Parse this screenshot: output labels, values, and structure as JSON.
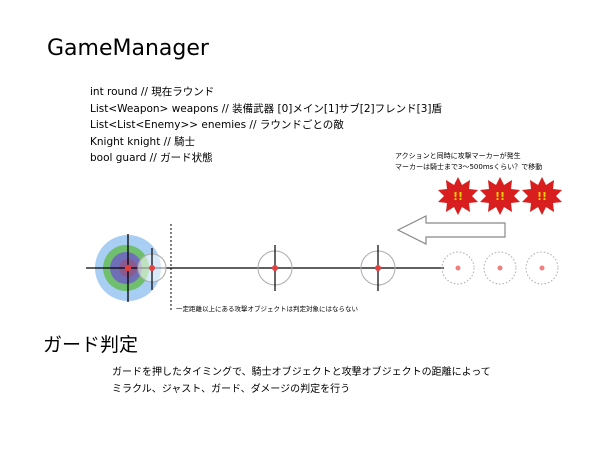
{
  "title": "GameManager",
  "fields": [
    "int round // 現在ラウンド",
    "List<Weapon> weapons // 装備武器 [0]メイン[1]サブ[2]フレンド[3]盾",
    "List<List<Enemy>> enemies // ラウンドごとの敵",
    "Knight knight // 騎士",
    "bool guard // ガード状態"
  ],
  "attack_note": [
    "アクションと同時に攻撃マーカーが発生",
    "マーカーは騎士まで3〜500msくらい？で移動"
  ],
  "burst_label": "!!",
  "range_note": "一定距離以上にある攻撃オブジェクトは判定対象にはならない",
  "section_title": "ガード判定",
  "description": [
    "ガードを押したタイミングで、騎士オブジェクトと攻撃オブジェクトの距離によって",
    "ミラクル、ジャスト、ガード、ダメージの判定を行う"
  ],
  "colors": {
    "ring_outer": "#a9cef3",
    "ring_2": "#6fbf6f",
    "ring_3": "#6f6fb8",
    "ring_inner": "#8a5a8f",
    "marker_red": "#e04040",
    "burst": "#d81e1e",
    "burst_text": "#f4d000",
    "dotted": "#aaaaaa"
  },
  "icons": {
    "burst": "explosion-burst-icon",
    "arrow": "left-arrow-icon"
  }
}
